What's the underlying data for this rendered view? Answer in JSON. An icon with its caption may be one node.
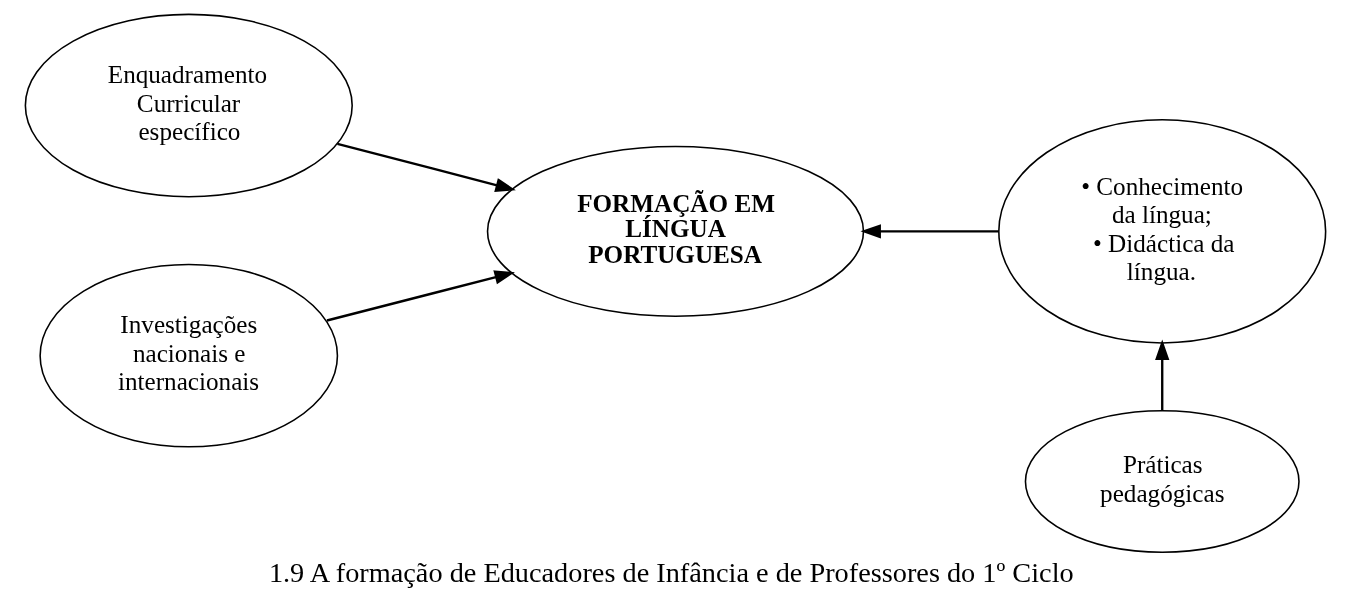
{
  "diagram": {
    "caption": "1.9 A formação de Educadores de Infância e de Professores do 1º Ciclo",
    "nodes": [
      {
        "text": [
          "Enquadramento Curricular específico"
        ]
      },
      {
        "text": [
          "Investigações nacionais e internacionais"
        ]
      },
      {
        "text": [
          "FORMAÇÃO EM LÍNGUA PORTUGUESA"
        ]
      },
      {
        "text": [
          "• Conhecimento da língua;",
          "• Didáctica da língua."
        ]
      },
      {
        "text": [
          "Práticas pedagógicas"
        ]
      }
    ],
    "edges": [
      {
        "from": 0,
        "to": 2,
        "arrow": "to"
      },
      {
        "from": 1,
        "to": 2,
        "arrow": "to"
      },
      {
        "from": 3,
        "to": 2,
        "arrow": "to"
      },
      {
        "from": 4,
        "to": 3,
        "arrow": "to"
      }
    ]
  }
}
